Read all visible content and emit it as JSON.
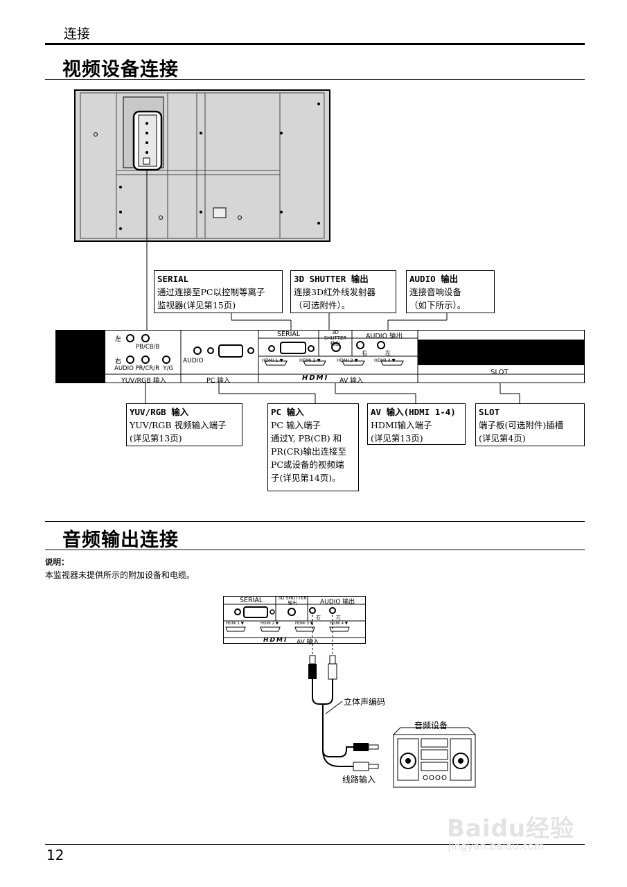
{
  "header": {
    "section": "连接"
  },
  "video": {
    "title": "视频设备连接",
    "panel": {
      "yuv_top": "左",
      "yuv_pb": "PB/CB/B",
      "yuv_bottom": "右",
      "yuv_audio": "AUDIO PR/CR/R  Y/G",
      "yuv_label": "YUV/RGB 输入",
      "pc_audio": "AUDIO",
      "pc_label": "PC 输入",
      "serial": "SERIAL",
      "shutter_top": "3D SHUTTER",
      "shutter_bottom": "输出",
      "audio_out": "AUDIO 输出",
      "right_ch": "右",
      "left_ch": "左",
      "hdmi1": "HDMI 1 ▼",
      "hdmi2": "HDMI 2 ▼",
      "hdmi3": "HDMI 3 ▼",
      "hdmi4": "HDMI 4 ▼",
      "hdmi_logo": "HDMI",
      "av_label": "AV 输入",
      "slot": "SLOT"
    },
    "callouts": {
      "serial": {
        "title": "SERIAL",
        "lines": [
          "通过连接至PC以控制等离子",
          "监视器(详见第15页)"
        ]
      },
      "shutter": {
        "title": "3D SHUTTER 输出",
        "lines": [
          "连接3D红外线发射器",
          "（可选附件）。"
        ]
      },
      "audio": {
        "title": "AUDIO 输出",
        "lines": [
          "连接音响设备",
          "（如下所示）。"
        ]
      },
      "yuv": {
        "title": "YUV/RGB 输入",
        "lines": [
          "YUV/RGB 视频输入端子",
          "(详见第13页)"
        ]
      },
      "pc": {
        "title": "PC 输入",
        "lines": [
          "PC 输入端子",
          "通过Y, PB(CB) 和",
          "PR(CR)输出连接至",
          "PC或设备的视频端",
          "子(详见第14页)。"
        ]
      },
      "av": {
        "title": "AV 输入(HDMI 1-4)",
        "lines": [
          "HDMI输入端子",
          "(详见第13页)"
        ]
      },
      "slot": {
        "title": "SLOT",
        "lines": [
          "端子板(可选附件)插槽",
          "(详见第4页)"
        ]
      }
    }
  },
  "audio": {
    "title": "音频输出连接",
    "note_label": "说明：",
    "note_text": "本监视器未提供所示的附加设备和电缆。",
    "cable_label": "立体声编码",
    "device_label": "音频设备",
    "line_in_label": "线路输入"
  },
  "page_number": "12",
  "watermark": {
    "logo": "Baidu经验",
    "url": "jingyan.baidu.com"
  }
}
